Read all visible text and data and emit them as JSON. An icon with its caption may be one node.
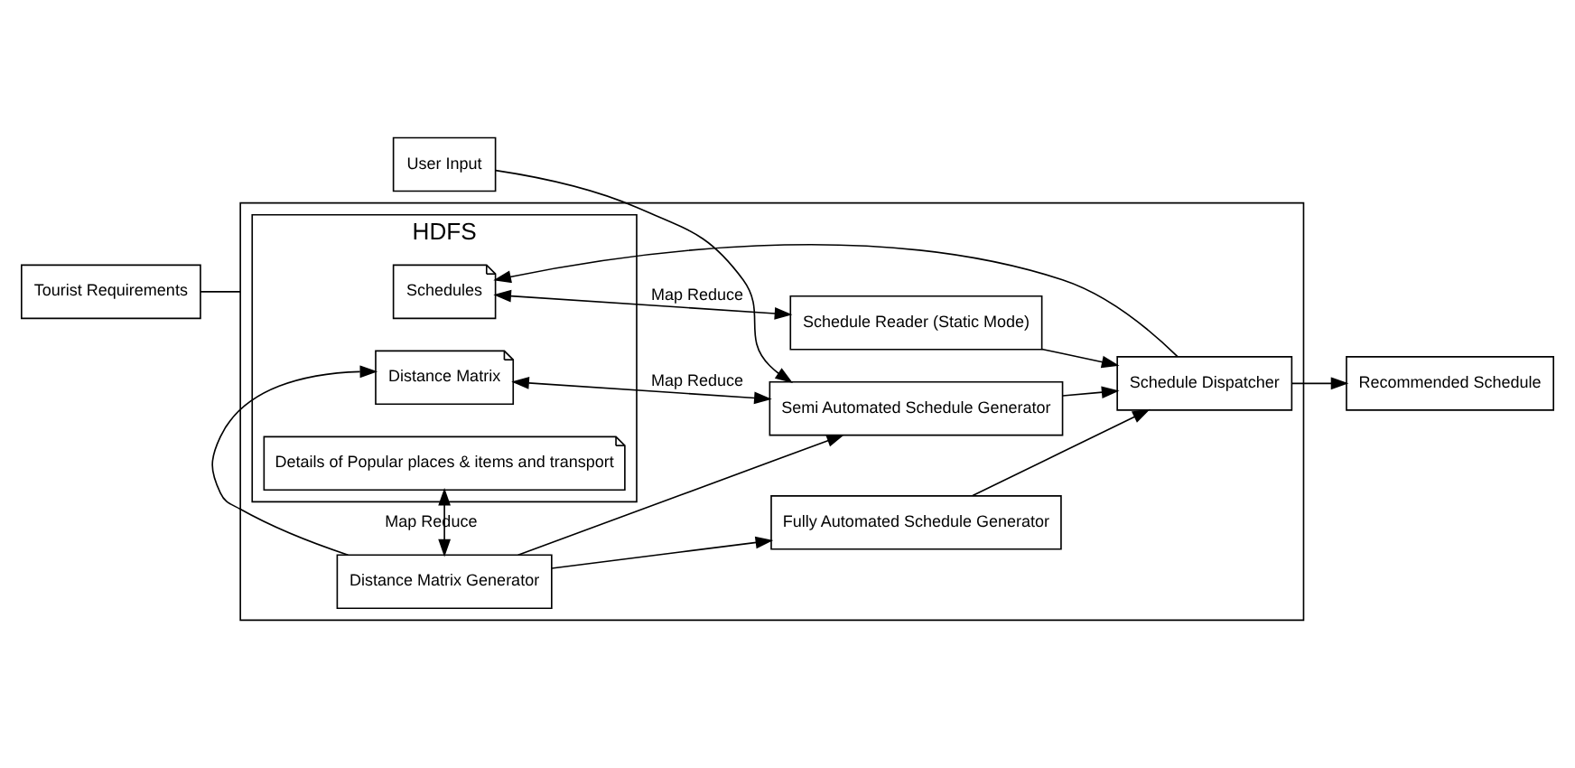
{
  "diagram": {
    "nodes": [
      {
        "text": [],
        "shape": "box"
      },
      {
        "text": [
          "HDFS"
        ],
        "in": 0
      },
      {
        "text": [
          "Schedules"
        ],
        "in": 1
      },
      {
        "text": [
          "Details of Popular places & items and transport"
        ],
        "in": 1
      },
      {
        "text": [
          "Distance Matrix"
        ],
        "in": 1
      },
      {
        "text": [
          "Schedule Reader (Static Mode)"
        ],
        "in": 0
      },
      {
        "text": [
          "Schedule Dispatcher"
        ],
        "in": 0
      },
      {
        "text": [
          "Distance Matrix Generator"
        ],
        "in": 0
      },
      {
        "text": [
          "Fully Automated Schedule Generator"
        ],
        "in": 0
      },
      {
        "text": [
          "Semi Automated Schedule Generator"
        ],
        "in": 0
      },
      {
        "text": [
          "Tourist Requirements"
        ]
      },
      {
        "text": [
          "Recommended Schedule"
        ]
      },
      {
        "text": [
          "User Input"
        ]
      }
    ],
    "edges": [
      {
        "from": 10,
        "to": 0,
        "arrow": "none"
      },
      {
        "from": 2,
        "to": 5,
        "arrow": "both",
        "label": "Map Reduce"
      },
      {
        "from": 3,
        "to": 7,
        "arrow": "both",
        "label": "Map Reduce"
      },
      {
        "from": 4,
        "to": 9,
        "arrow": "both",
        "label": "Map Reduce"
      },
      {
        "from": 5,
        "to": 6,
        "arrow": "to"
      },
      {
        "from": 6,
        "to": 2,
        "arrow": "to"
      },
      {
        "from": 6,
        "to": 11,
        "arrow": "to"
      },
      {
        "from": 7,
        "to": 4,
        "arrow": "to"
      },
      {
        "from": 7,
        "to": 8,
        "arrow": "to"
      },
      {
        "from": 7,
        "to": 9,
        "arrow": "to"
      },
      {
        "from": 8,
        "to": 6,
        "arrow": "to"
      },
      {
        "from": 9,
        "to": 6,
        "arrow": "to"
      },
      {
        "from": 12,
        "to": 9,
        "arrow": "to"
      }
    ]
  }
}
